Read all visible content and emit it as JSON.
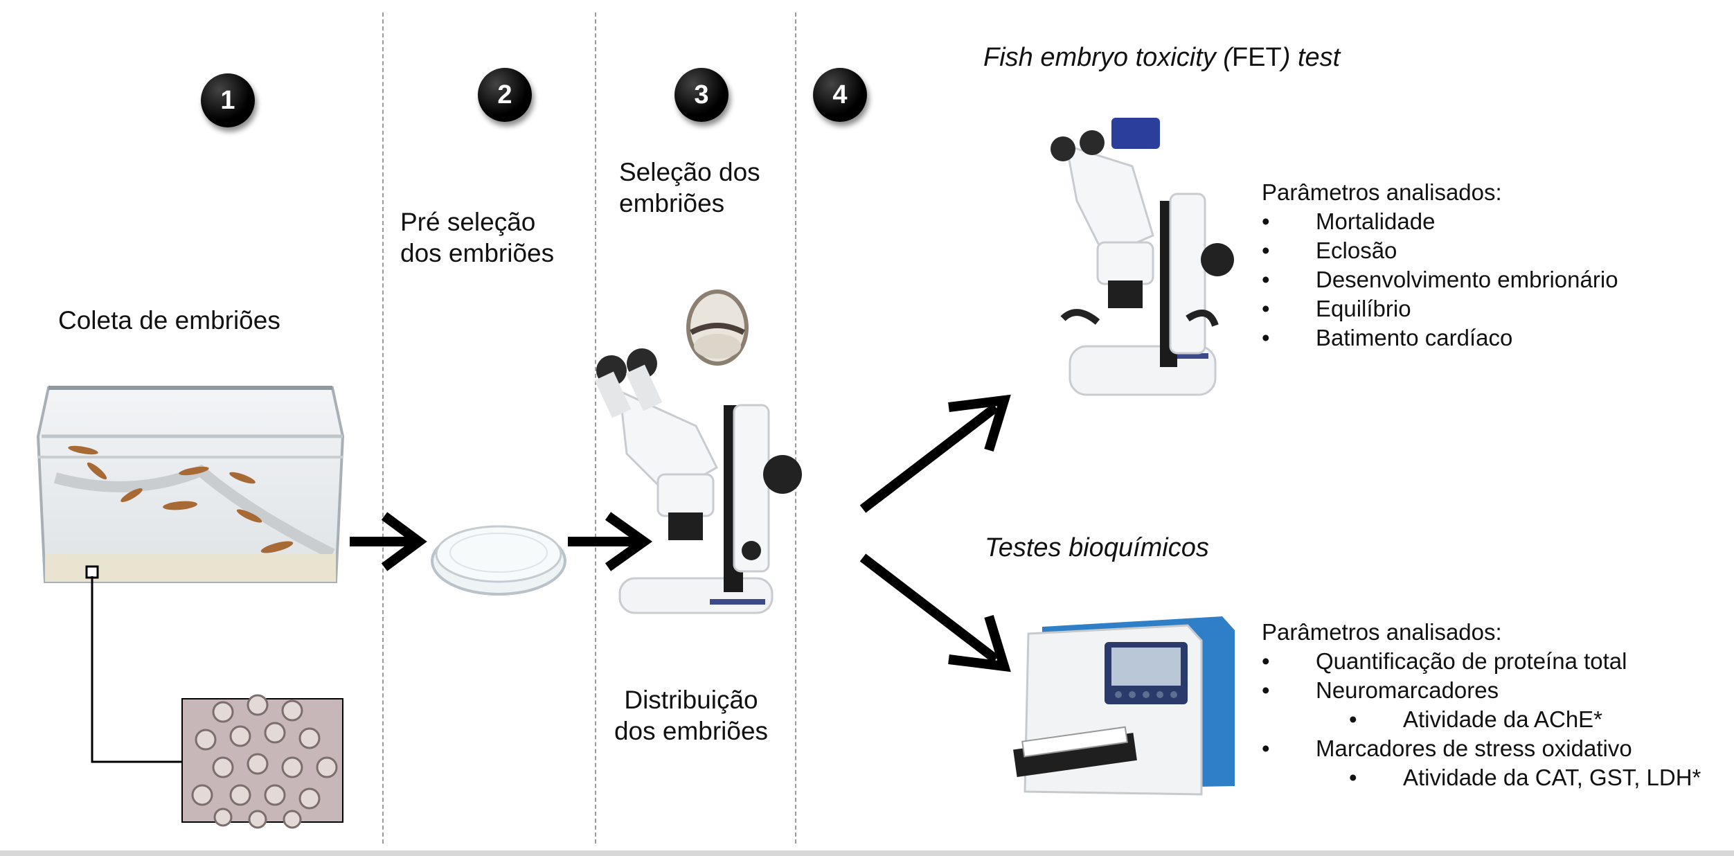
{
  "steps": [
    {
      "number": "1",
      "label": "Coleta de embriões"
    },
    {
      "number": "2",
      "label_lines": [
        "Pré seleção",
        "dos embriões"
      ]
    },
    {
      "number": "3",
      "label_top_lines": [
        "Seleção dos",
        "embriões"
      ],
      "label_bottom_lines": [
        "Distribuição",
        "dos embriões"
      ]
    },
    {
      "number": "4"
    }
  ],
  "fet": {
    "heading_italic_1": "Fish embryo toxicity (",
    "heading_upright": "FET",
    "heading_italic_2": ") test",
    "params_title": "Parâmetros analisados:",
    "params": [
      "Mortalidade",
      "Eclosão",
      "Desenvolvimento embrionário",
      "Equilíbrio",
      "Batimento cardíaco"
    ]
  },
  "biochem": {
    "heading": "Testes bioquímicos",
    "params_title": "Parâmetros analisados:",
    "params": [
      {
        "text": "Quantificação de proteína total",
        "level": 1
      },
      {
        "text": "Neuromarcadores",
        "level": 1
      },
      {
        "text": "Atividade da AChE*",
        "level": 2
      },
      {
        "text": "Marcadores de stress oxidativo",
        "level": 1
      },
      {
        "text": "Atividade da CAT, GST, LDH*",
        "level": 2
      }
    ]
  },
  "colors": {
    "badge": "#000000",
    "arrow": "#000000",
    "divider": "#9a9a9a",
    "analyzer_blue": "#2f7fc8"
  }
}
